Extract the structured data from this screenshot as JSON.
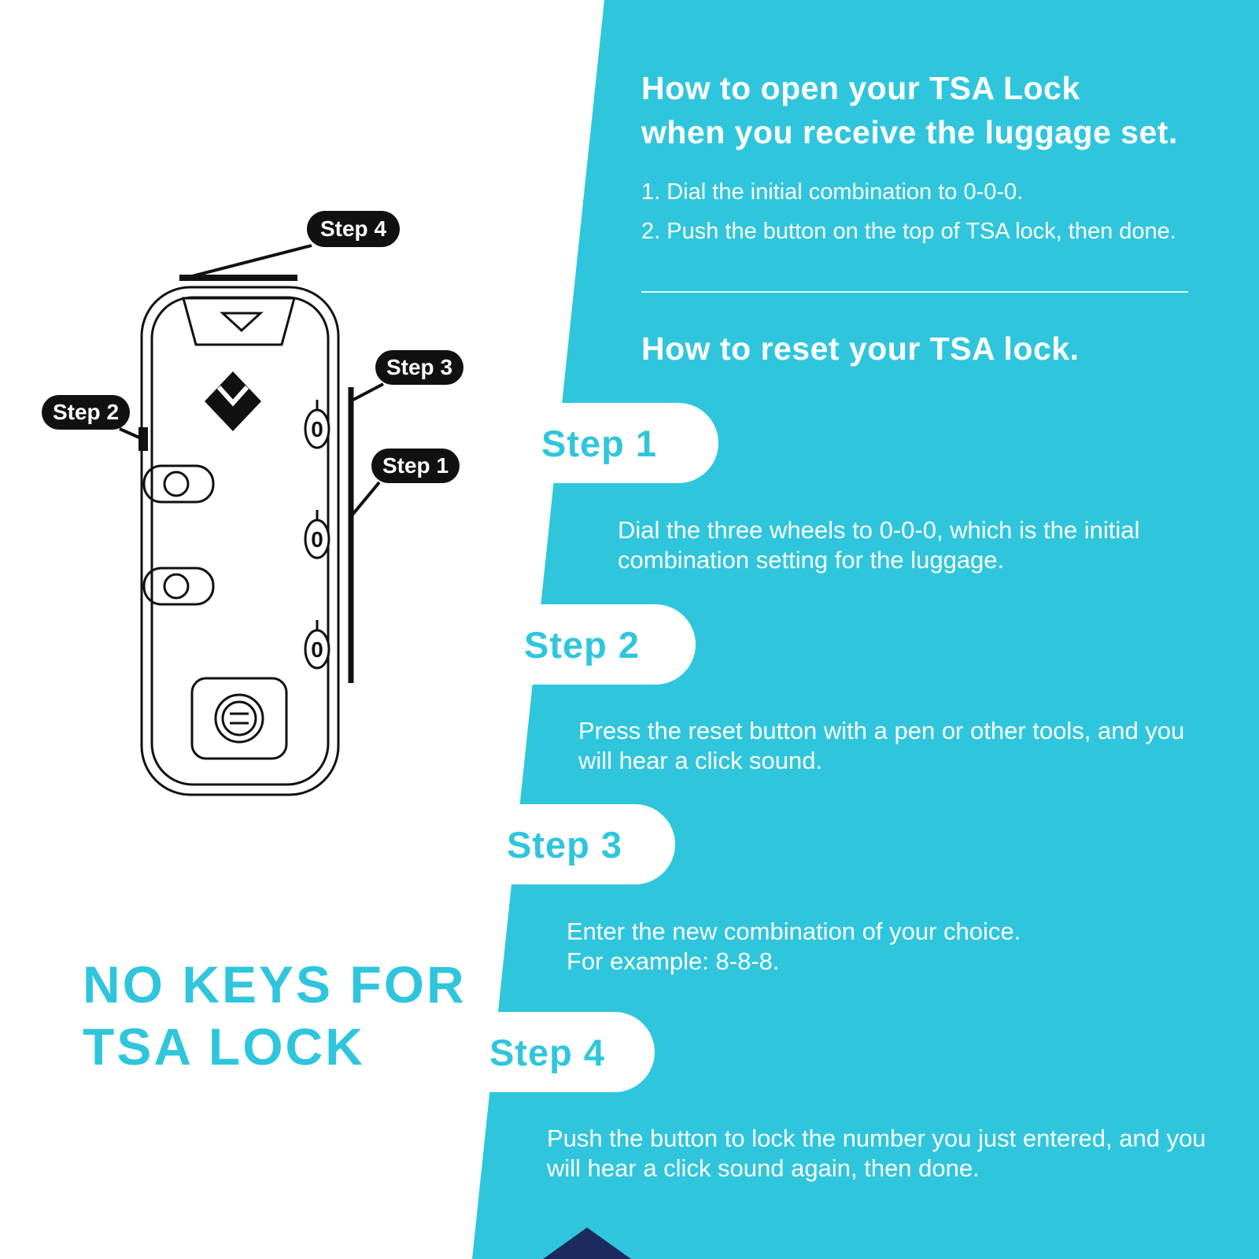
{
  "colors": {
    "accent_cyan": "#2fc6dd",
    "callout_black": "#111111",
    "corner_navy": "#1c2a5e",
    "text_white": "#ffffff"
  },
  "open_section": {
    "title_line1": "How to open your TSA Lock",
    "title_line2": "when you receive the luggage set.",
    "items": [
      "1. Dial the initial combination to 0-0-0.",
      "2. Push the button on the top of TSA lock, then done."
    ]
  },
  "reset_section": {
    "title": "How to reset your TSA lock.",
    "steps": [
      {
        "label": "Step 1",
        "text": "Dial the three wheels to 0-0-0, which is the initial combination setting for the luggage."
      },
      {
        "label": "Step 2",
        "text": "Press the reset button with a pen or other tools, and you will hear a click sound."
      },
      {
        "label": "Step 3",
        "text": "Enter the new combination of your choice.\nFor example: 8-8-8."
      },
      {
        "label": "Step 4",
        "text": "Push the button to lock the number you just entered, and you will hear a click sound again, then done."
      }
    ]
  },
  "diagram": {
    "callouts": [
      "Step 4",
      "Step 3",
      "Step 2",
      "Step 1"
    ],
    "dial_digits": [
      "0",
      "0",
      "0"
    ]
  },
  "footer": {
    "line1": "NO KEYS FOR",
    "line2": "TSA LOCK"
  }
}
